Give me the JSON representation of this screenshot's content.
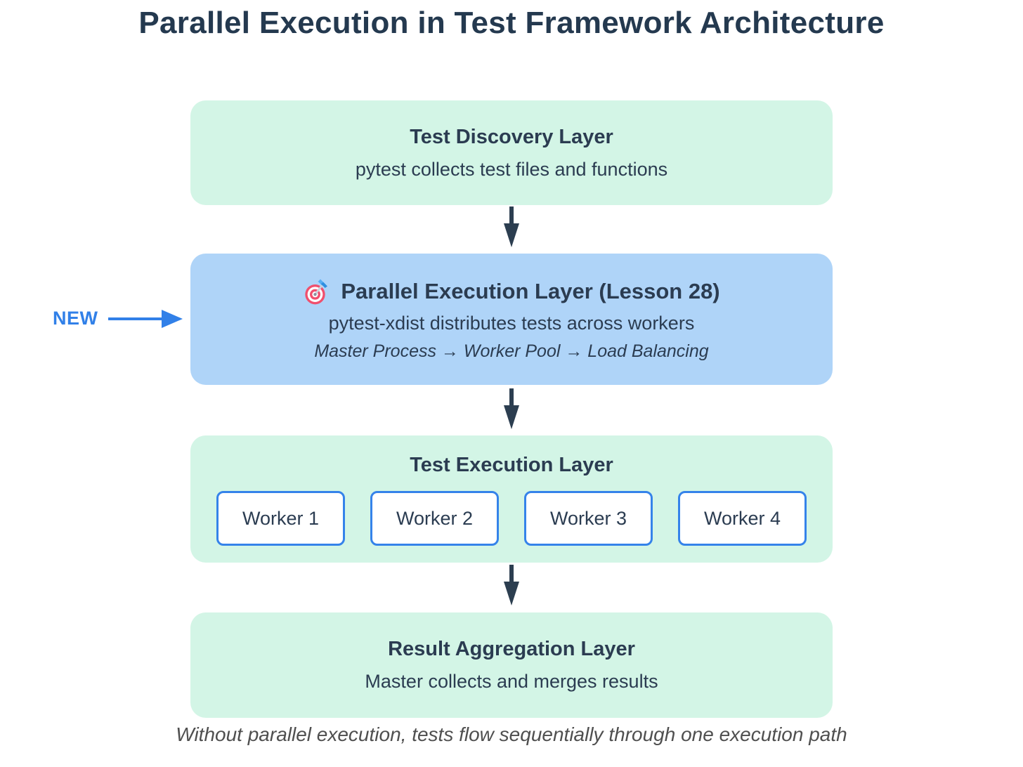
{
  "page_title": "Parallel Execution in Test Framework Architecture",
  "colors": {
    "heading_text": "#24394f",
    "body_text": "#2b3c51",
    "green_box": "#d3f5e6",
    "blue_box": "#afd4f8",
    "accent_blue": "#3180e8",
    "worker_border": "#3583ea",
    "arrow_dark": "#2c3e50",
    "caption_gray": "#4f4f4f",
    "worker_bg": "#ffffff"
  },
  "new_label": "NEW",
  "layers": [
    {
      "title": "Test Discovery Layer",
      "subtitle": "pytest collects test files and functions"
    },
    {
      "icon": "target-dart-icon",
      "title": "Parallel Execution Layer (Lesson 28)",
      "subtitle": "pytest-xdist distributes tests across workers",
      "detail": "Master Process → Worker Pool → Load Balancing"
    },
    {
      "title": "Test Execution Layer",
      "workers": [
        "Worker 1",
        "Worker 2",
        "Worker 3",
        "Worker 4"
      ]
    },
    {
      "title": "Result Aggregation Layer",
      "subtitle": "Master collects and merges results"
    }
  ],
  "caption": "Without parallel execution, tests flow sequentially through one execution path"
}
